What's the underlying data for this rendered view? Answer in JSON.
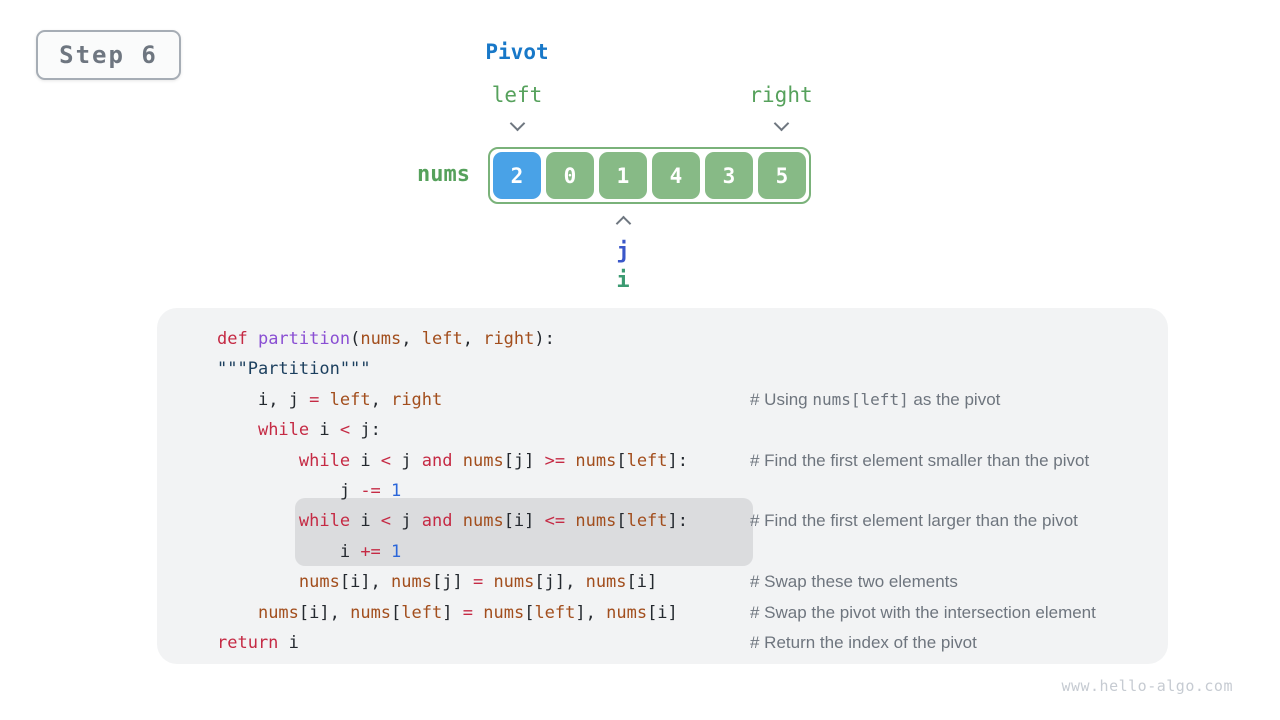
{
  "step_badge": {
    "label": "Step 6"
  },
  "diagram": {
    "pivot_label": "Pivot",
    "left_label": "left",
    "right_label": "right",
    "nums_label": "nums",
    "pointer_j_label": "j",
    "pointer_i_label": "i",
    "icons": {
      "left_pointer": "chevron-down",
      "right_pointer": "chevron-down",
      "ij_pointer": "chevron-up"
    },
    "array": {
      "values": [
        "2",
        "0",
        "1",
        "4",
        "3",
        "5"
      ],
      "pivot_index": 0,
      "ij_pointer_index": 2
    }
  },
  "code_panel": {
    "lines": [
      {
        "indent": 0,
        "highlight": false,
        "tokens": [
          [
            "k",
            "def "
          ],
          [
            "f",
            "partition"
          ],
          [
            "p",
            "("
          ],
          [
            "v",
            "nums"
          ],
          [
            "p",
            ", "
          ],
          [
            "v",
            "left"
          ],
          [
            "p",
            ", "
          ],
          [
            "v",
            "right"
          ],
          [
            "p",
            "):"
          ]
        ],
        "comment": []
      },
      {
        "indent": 0,
        "highlight": false,
        "tokens": [
          [
            "s",
            "\"\"\"Partition\"\"\""
          ]
        ],
        "comment": []
      },
      {
        "indent": 1,
        "highlight": false,
        "tokens": [
          [
            "p",
            "i, j "
          ],
          [
            "o",
            "="
          ],
          [
            "p",
            " "
          ],
          [
            "v",
            "left"
          ],
          [
            "p",
            ", "
          ],
          [
            "v",
            "right"
          ]
        ],
        "comment": [
          [
            "c",
            "# Using "
          ],
          [
            "cm",
            "nums[left]"
          ],
          [
            "c",
            " as the pivot"
          ]
        ]
      },
      {
        "indent": 1,
        "highlight": false,
        "tokens": [
          [
            "k",
            "while"
          ],
          [
            "p",
            " i "
          ],
          [
            "o",
            "<"
          ],
          [
            "p",
            " j:"
          ]
        ],
        "comment": []
      },
      {
        "indent": 2,
        "highlight": false,
        "tokens": [
          [
            "k",
            "while"
          ],
          [
            "p",
            " i "
          ],
          [
            "o",
            "<"
          ],
          [
            "p",
            " j "
          ],
          [
            "k",
            "and"
          ],
          [
            "p",
            " "
          ],
          [
            "v",
            "nums"
          ],
          [
            "p",
            "[j] "
          ],
          [
            "o",
            ">="
          ],
          [
            "p",
            " "
          ],
          [
            "v",
            "nums"
          ],
          [
            "p",
            "["
          ],
          [
            "v",
            "left"
          ],
          [
            "p",
            "]:"
          ]
        ],
        "comment": [
          [
            "c",
            "# Find the first element smaller than the pivot"
          ]
        ]
      },
      {
        "indent": 3,
        "highlight": false,
        "tokens": [
          [
            "p",
            "j "
          ],
          [
            "o",
            "-="
          ],
          [
            "p",
            " "
          ],
          [
            "n",
            "1"
          ]
        ],
        "comment": []
      },
      {
        "indent": 2,
        "highlight": true,
        "tokens": [
          [
            "k",
            "while"
          ],
          [
            "p",
            " i "
          ],
          [
            "o",
            "<"
          ],
          [
            "p",
            " j "
          ],
          [
            "k",
            "and"
          ],
          [
            "p",
            " "
          ],
          [
            "v",
            "nums"
          ],
          [
            "p",
            "[i] "
          ],
          [
            "o",
            "<="
          ],
          [
            "p",
            " "
          ],
          [
            "v",
            "nums"
          ],
          [
            "p",
            "["
          ],
          [
            "v",
            "left"
          ],
          [
            "p",
            "]:"
          ]
        ],
        "comment": [
          [
            "c",
            "# Find the first element larger than the pivot"
          ]
        ]
      },
      {
        "indent": 3,
        "highlight": true,
        "tokens": [
          [
            "p",
            "i "
          ],
          [
            "o",
            "+="
          ],
          [
            "p",
            " "
          ],
          [
            "n",
            "1"
          ]
        ],
        "comment": []
      },
      {
        "indent": 2,
        "highlight": false,
        "tokens": [
          [
            "v",
            "nums"
          ],
          [
            "p",
            "[i], "
          ],
          [
            "v",
            "nums"
          ],
          [
            "p",
            "[j] "
          ],
          [
            "o",
            "="
          ],
          [
            "p",
            " "
          ],
          [
            "v",
            "nums"
          ],
          [
            "p",
            "[j], "
          ],
          [
            "v",
            "nums"
          ],
          [
            "p",
            "[i]"
          ]
        ],
        "comment": [
          [
            "c",
            "# Swap these two elements"
          ]
        ]
      },
      {
        "indent": 1,
        "highlight": false,
        "tokens": [
          [
            "v",
            "nums"
          ],
          [
            "p",
            "[i], "
          ],
          [
            "v",
            "nums"
          ],
          [
            "p",
            "["
          ],
          [
            "v",
            "left"
          ],
          [
            "p",
            "] "
          ],
          [
            "o",
            "="
          ],
          [
            "p",
            " "
          ],
          [
            "v",
            "nums"
          ],
          [
            "p",
            "["
          ],
          [
            "v",
            "left"
          ],
          [
            "p",
            "], "
          ],
          [
            "v",
            "nums"
          ],
          [
            "p",
            "[i]"
          ]
        ],
        "comment": [
          [
            "c",
            "# Swap the pivot with the intersection element"
          ]
        ]
      },
      {
        "indent": 0,
        "highlight": false,
        "tokens": [
          [
            "k",
            "return"
          ],
          [
            "p",
            " i"
          ]
        ],
        "comment": [
          [
            "c",
            "# Return the index of the pivot"
          ]
        ]
      }
    ]
  },
  "watermark": "www.hello-algo.com",
  "colors": {
    "pivot_cell_blue": "#49a2e7",
    "cell_green": "#87ba86",
    "array_border_green": "#7ab27a",
    "label_green": "#56a15c",
    "pivot_label_blue": "#1878c8",
    "pointer_j_blue": "#3a57c9",
    "pointer_i_green": "#3c9b72",
    "code_keyword": "#c52a44",
    "code_variable": "#a24e1d",
    "code_function": "#8a4fd3",
    "code_string": "#1c3f5e",
    "code_number": "#2b66d9",
    "code_plain": "#24292f",
    "comment_gray": "#6e757e",
    "panel_bg": "#f2f3f4",
    "highlight_bg": "#dbdcde"
  }
}
